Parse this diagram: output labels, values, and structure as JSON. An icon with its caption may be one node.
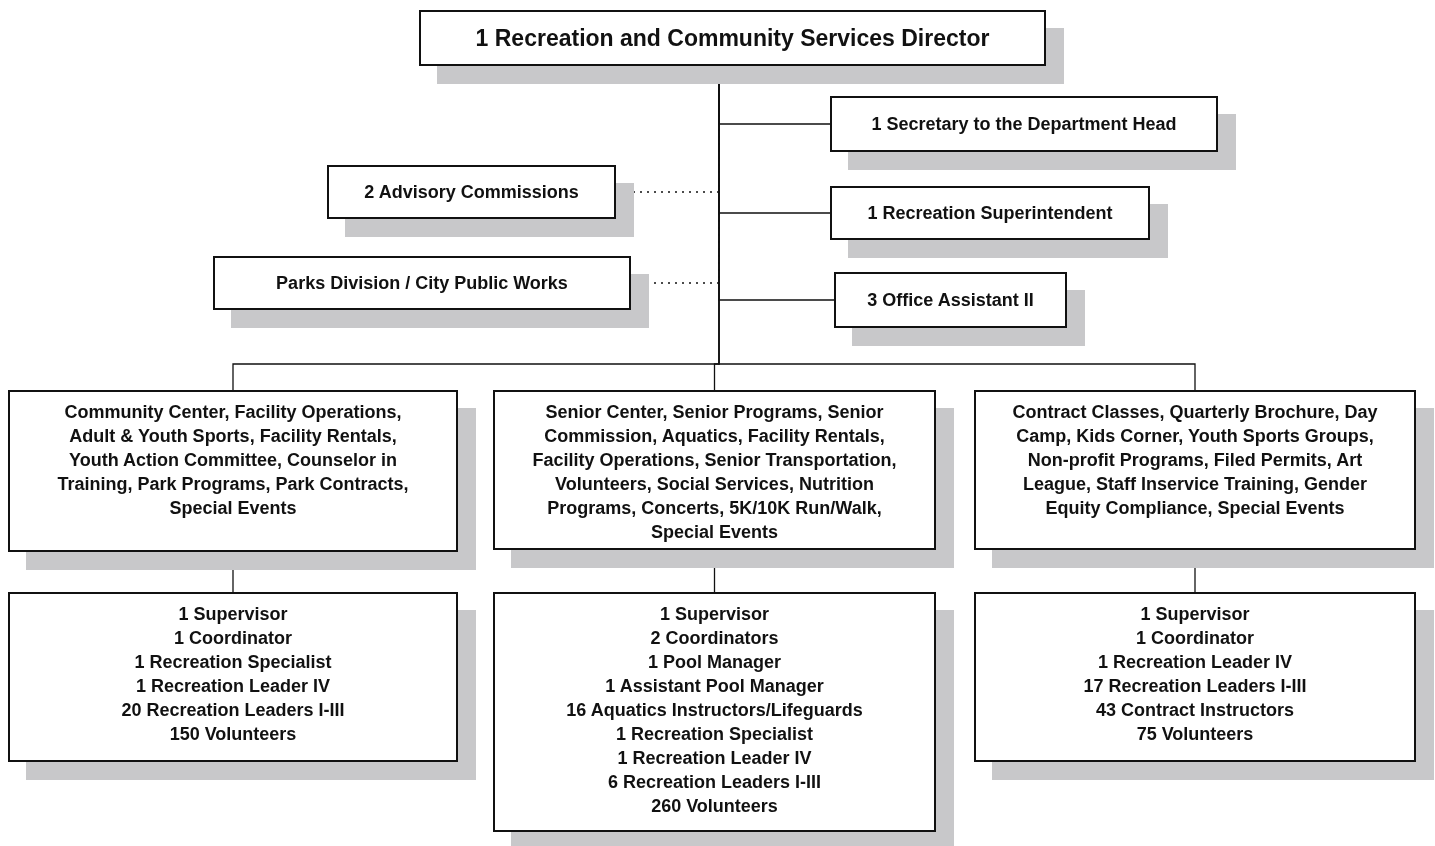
{
  "diagram": {
    "nodes": [
      {
        "text": [
          "1 Recreation and Community Services Director"
        ]
      },
      {
        "text": [
          "1 Secretary to the Department Head"
        ]
      },
      {
        "text": [
          "2 Advisory Commissions"
        ]
      },
      {
        "text": [
          "1 Recreation Superintendent"
        ]
      },
      {
        "text": [
          "Parks Division / City Public Works"
        ]
      },
      {
        "text": [
          "3 Office Assistant II"
        ]
      },
      {
        "text": [
          "Community Center, Facility Operations, Adult & Youth Sports, Facility Rentals, Youth Action Committee, Counselor in Training, Park Programs, Park Contracts, Special Events"
        ]
      },
      {
        "text": [
          "Senior Center, Senior Programs, Senior Commission, Aquatics, Facility Rentals, Facility Operations, Senior Transportation, Volunteers, Social Services, Nutrition Programs, Concerts, 5K/10K Run/Walk, Special Events"
        ]
      },
      {
        "text": [
          "Contract Classes, Quarterly Brochure, Day Camp, Kids Corner, Youth Sports Groups, Non-profit Programs, Filed Permits, Art League, Staff Inservice Training, Gender Equity Compliance, Special Events"
        ]
      },
      {
        "text": [
          "1 Supervisor",
          "1 Coordinator",
          "1 Recreation Specialist",
          "1 Recreation Leader IV",
          "20 Recreation Leaders I-III",
          "150 Volunteers"
        ]
      },
      {
        "text": [
          "1 Supervisor",
          "2 Coordinators",
          "1 Pool Manager",
          "1 Assistant Pool Manager",
          "16 Aquatics Instructors/Lifeguards",
          "1 Recreation Specialist",
          "1 Recreation Leader IV",
          "6 Recreation Leaders I-III",
          "260 Volunteers"
        ]
      },
      {
        "text": [
          "1 Supervisor",
          "1 Coordinator",
          "1 Recreation Leader IV",
          "17 Recreation Leaders I-III",
          "43 Contract Instructors",
          "75 Volunteers"
        ]
      }
    ],
    "edges": [
      {
        "from": 0,
        "to": 1,
        "arrow": "none"
      },
      {
        "from": 0,
        "to": 2,
        "arrow": "none",
        "style": "dashed"
      },
      {
        "from": 0,
        "to": 3,
        "arrow": "none"
      },
      {
        "from": 0,
        "to": 4,
        "arrow": "none",
        "style": "dashed"
      },
      {
        "from": 0,
        "to": 5,
        "arrow": "none"
      },
      {
        "from": 0,
        "to": 6,
        "arrow": "none"
      },
      {
        "from": 0,
        "to": 7,
        "arrow": "none"
      },
      {
        "from": 0,
        "to": 8,
        "arrow": "none"
      },
      {
        "from": 6,
        "to": 9,
        "arrow": "none"
      },
      {
        "from": 7,
        "to": 10,
        "arrow": "none"
      },
      {
        "from": 8,
        "to": 11,
        "arrow": "none"
      }
    ]
  }
}
